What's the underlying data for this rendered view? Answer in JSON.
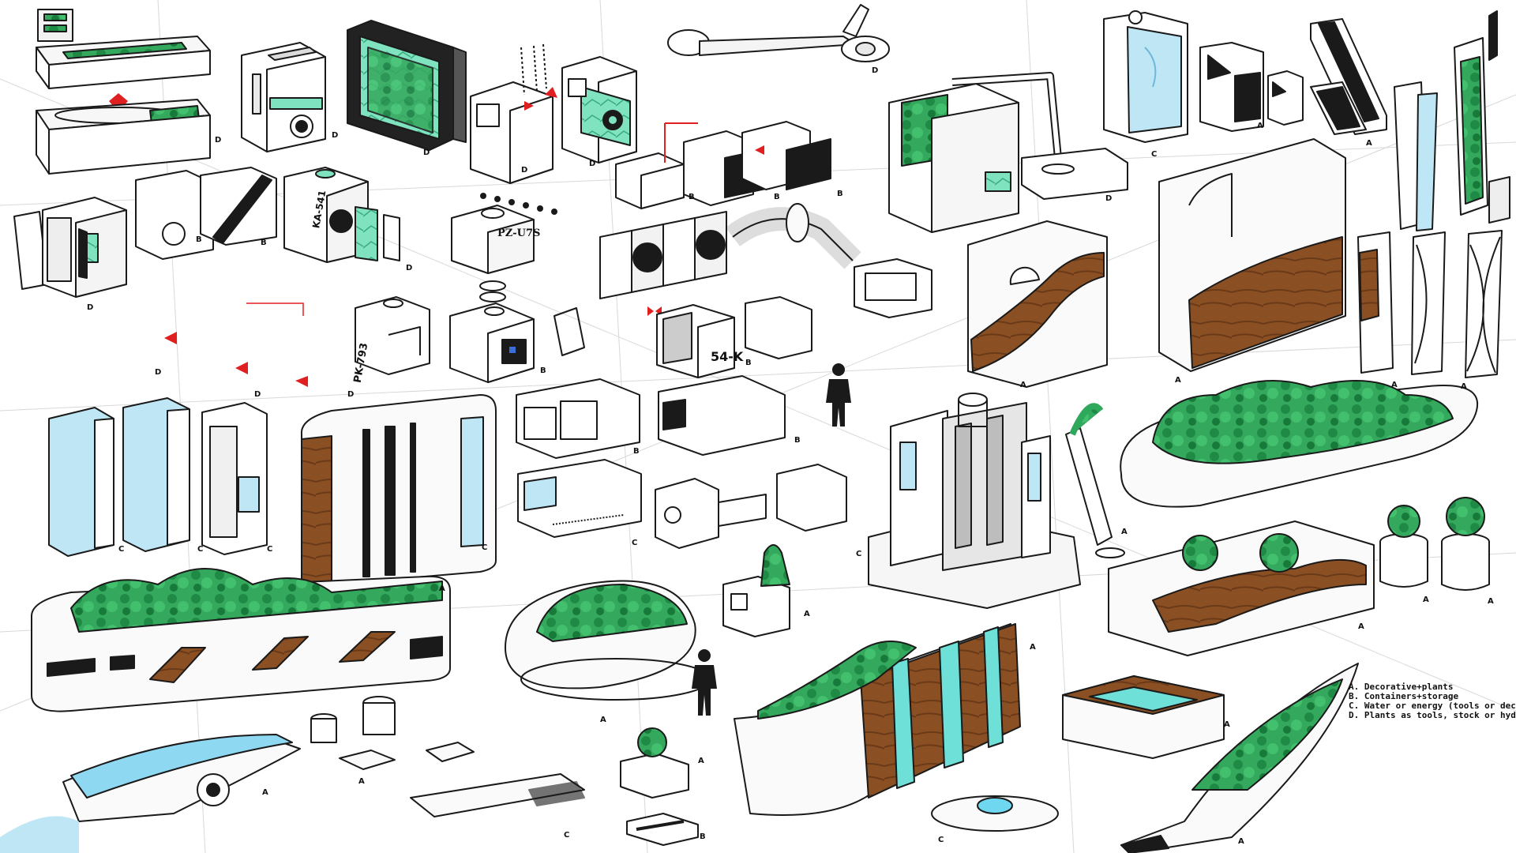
{
  "legend": {
    "a": "A. Decorative+plants",
    "b": "B. Containers+storage",
    "c": "C. Water or energy (tools or decorative)",
    "d": "D. Plants as tools, stock or hydroponics"
  },
  "stencils": {
    "s1": "PZ-U7S",
    "s2": "KA-541",
    "s3": "54-K",
    "s4": "PK-793"
  },
  "labels": {
    "a": "A",
    "b": "B",
    "c": "C",
    "d": "D"
  },
  "colors": {
    "plant_green": "#2ea85a",
    "glass_green": "#6fe0b8",
    "glass_blue": "#bfe6f5",
    "wood": "#8a4f22",
    "accent_red": "#e02020",
    "ink": "#1a1a1a"
  }
}
